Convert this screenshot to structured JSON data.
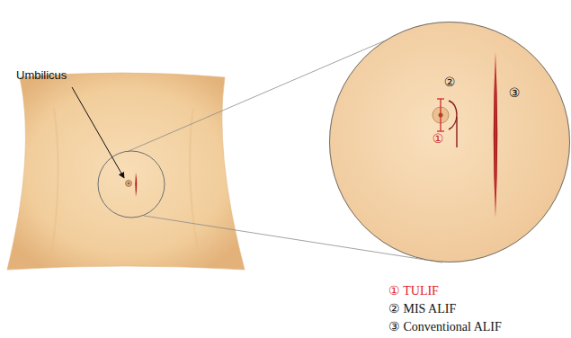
{
  "diagram": {
    "nodes": [
      {
        "text": [
          "②",
          "③",
          "①"
        ]
      }
    ],
    "labels": [
      "Umbilicus",
      "① TULIF",
      "② MIS ALIF",
      "③ Conventional ALIF"
    ]
  }
}
